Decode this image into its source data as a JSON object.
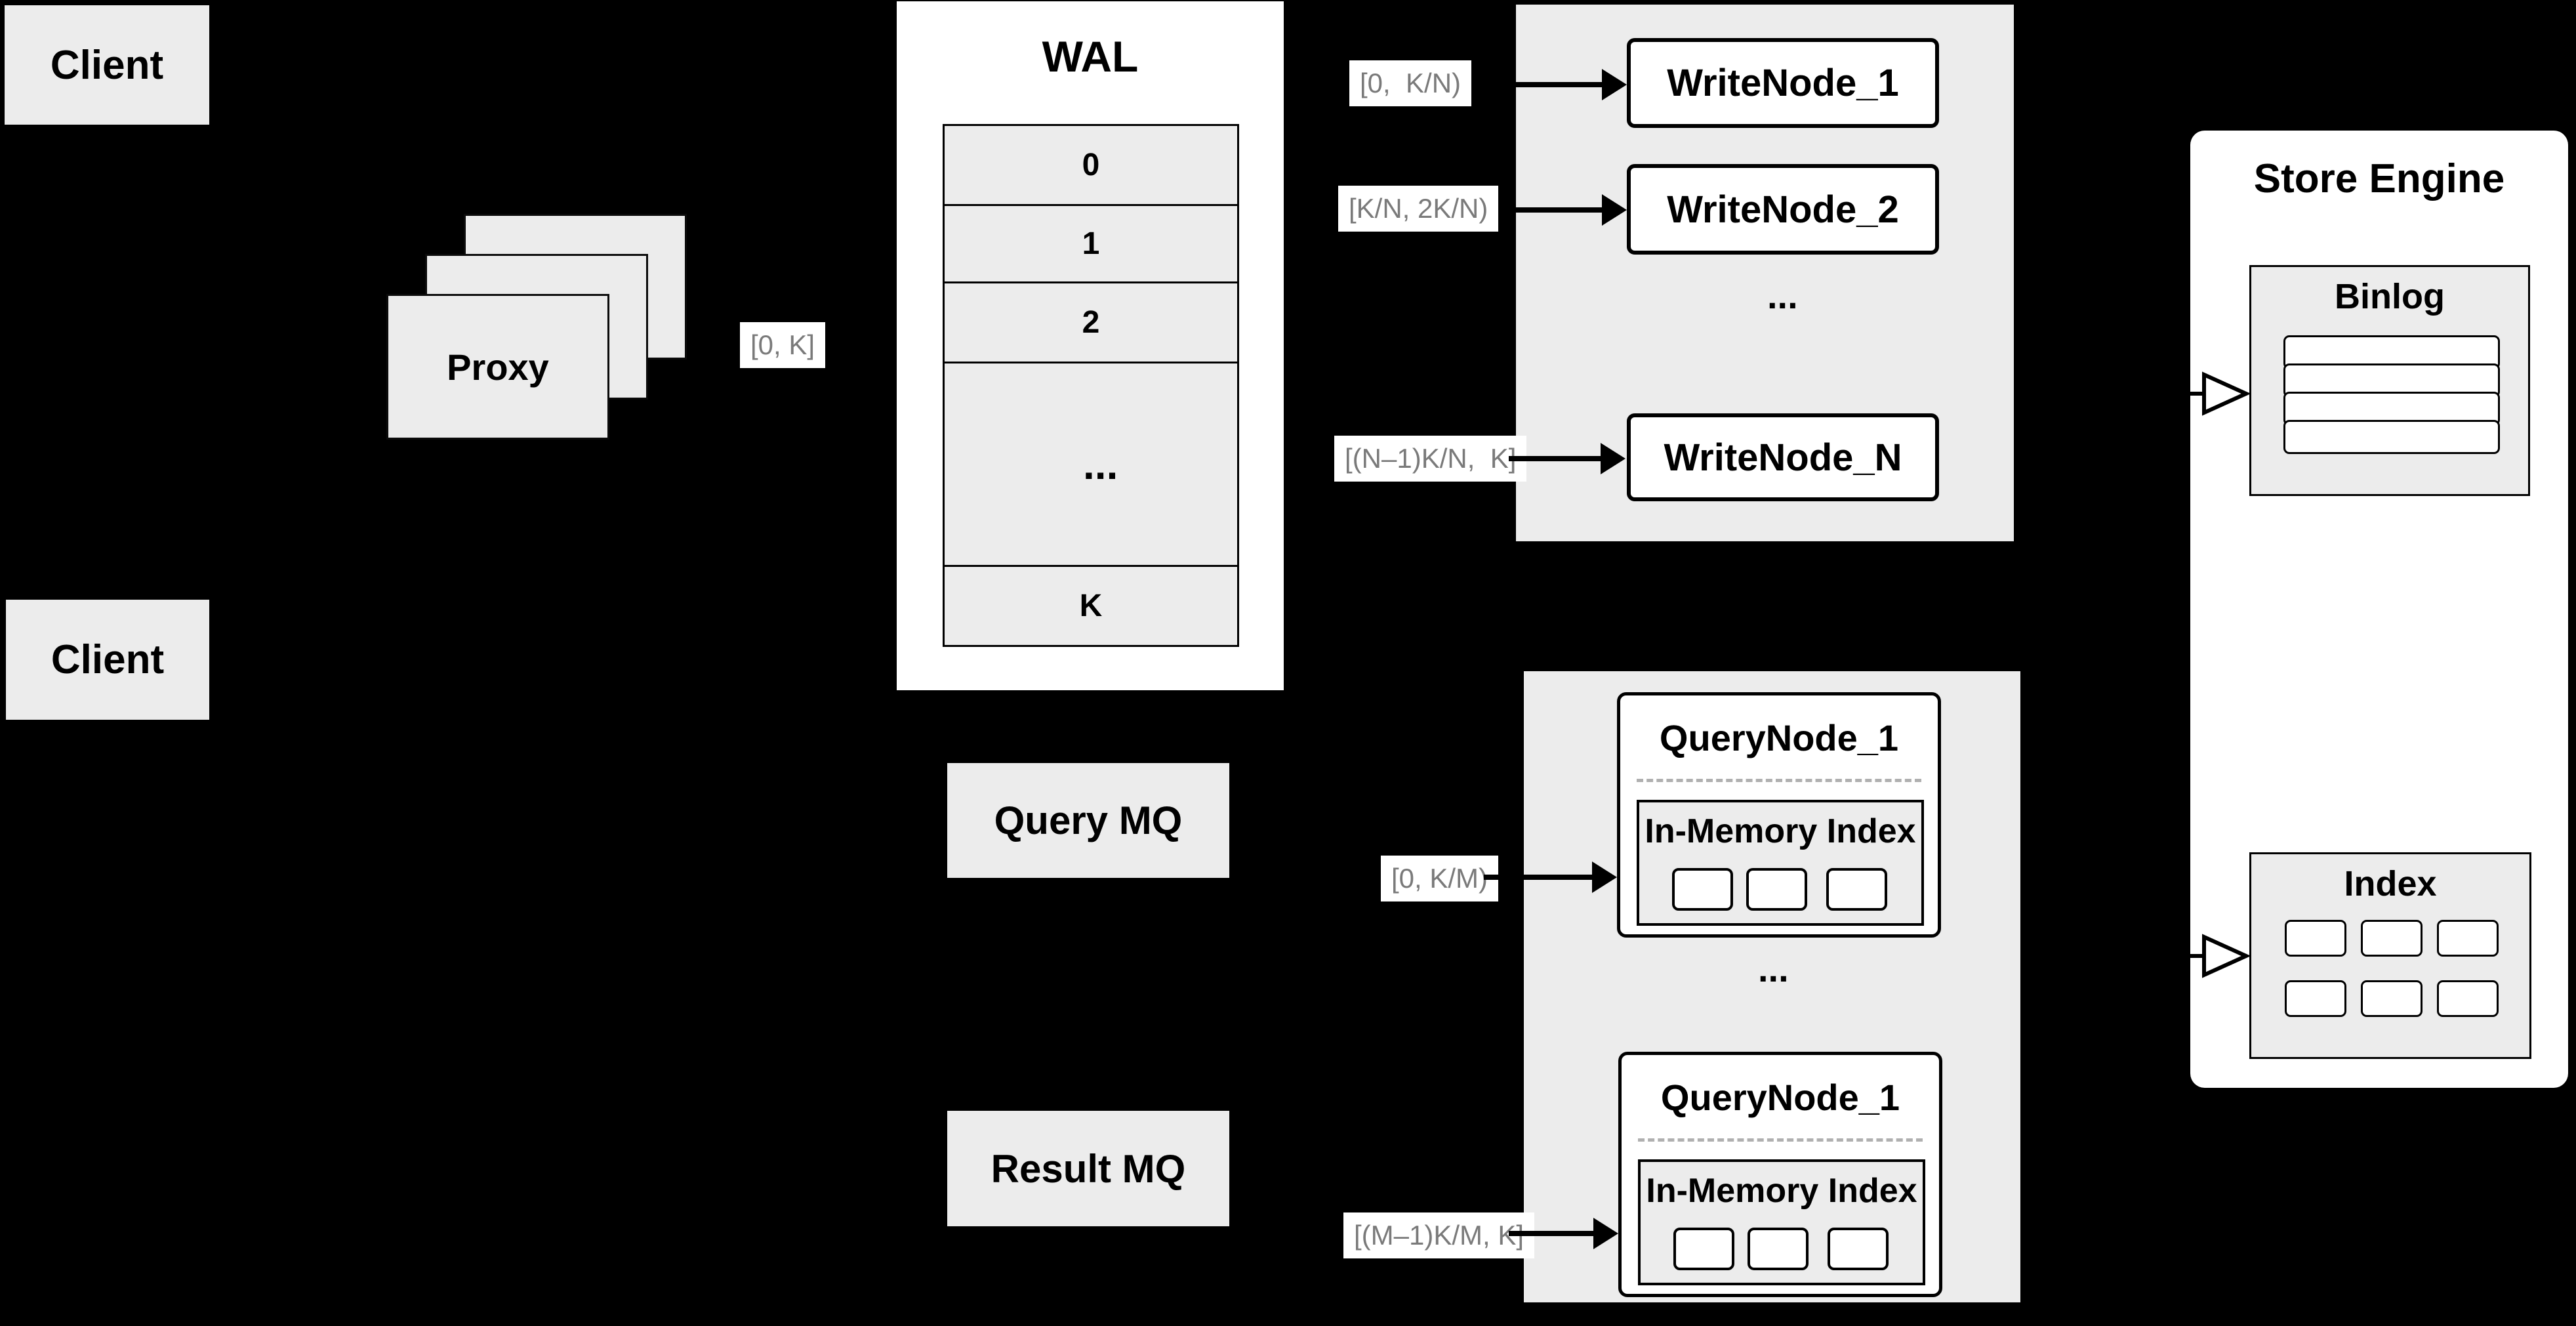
{
  "colors": {
    "background": "#000000",
    "panel_gray": "#ececec",
    "box_white": "#ffffff",
    "line_black": "#000000",
    "range_label_text": "#7a7a7a",
    "dashed_divider": "#b0b0b0"
  },
  "clients": {
    "top": "Client",
    "bottom": "Client"
  },
  "proxy": {
    "label": "Proxy",
    "range": "[0, K]"
  },
  "wal": {
    "title": "WAL",
    "rows": [
      "0",
      "1",
      "2"
    ],
    "ellipsis": "...",
    "last_row": "K"
  },
  "write_section": {
    "ellipsis": "...",
    "nodes": [
      {
        "label": "WriteNode_1",
        "range": "[0,  K/N)"
      },
      {
        "label": "WriteNode_2",
        "range": "[K/N, 2K/N)"
      },
      {
        "label": "WriteNode_N",
        "range": "[(N–1)K/N,  K]"
      }
    ]
  },
  "store_engine": {
    "title": "Store Engine",
    "binlog": {
      "title": "Binlog"
    },
    "index": {
      "title": "Index"
    }
  },
  "mq": {
    "query": "Query MQ",
    "result": "Result MQ"
  },
  "query_section": {
    "ellipsis": "...",
    "nodes": [
      {
        "title": "QueryNode_1",
        "inmemory": "In-Memory Index",
        "range": "[0, K/M)"
      },
      {
        "title": "QueryNode_1",
        "inmemory": "In-Memory Index",
        "range": "[(M–1)K/M, K]"
      }
    ]
  }
}
